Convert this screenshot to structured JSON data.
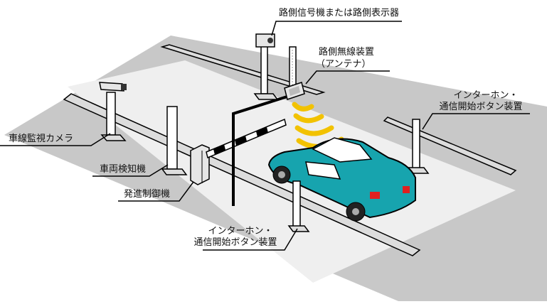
{
  "diagram": {
    "labels": {
      "roadside_signal": "路側信号機または路側表示器",
      "roadside_radio": "路側無線装置",
      "roadside_radio_sub": "（アンテナ）",
      "intercom_right_line1": "インターホン・",
      "intercom_right_line2": "通信開始ボタン装置",
      "lane_camera": "車線監視カメラ",
      "vehicle_detector": "車両検知機",
      "start_controller": "発進制御機",
      "intercom_bottom_line1": "インターホン・",
      "intercom_bottom_line2": "通信開始ボタン装置"
    },
    "colors": {
      "road": "#c8c8c8",
      "lane": "#eeeeee",
      "car": "#17a4ae",
      "wave": "#f2c200",
      "outline": "#000000"
    }
  }
}
